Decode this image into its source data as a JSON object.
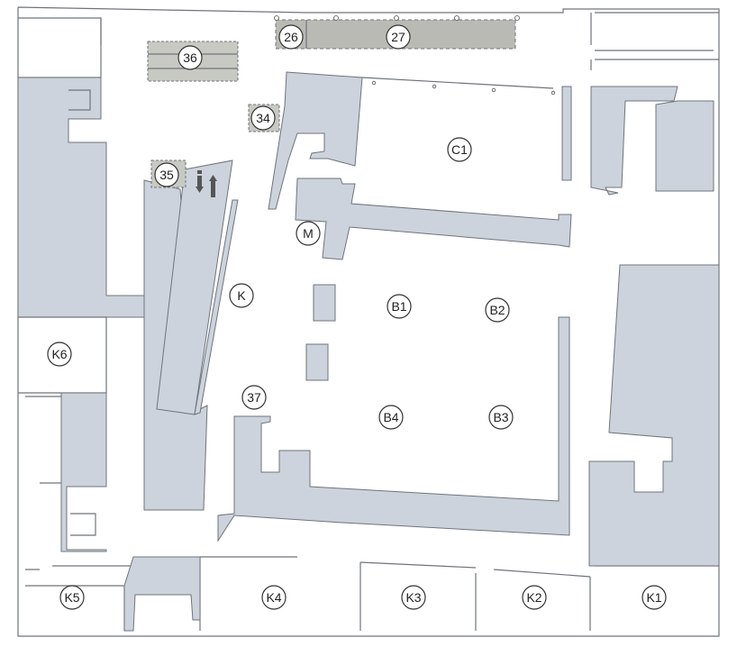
{
  "map": {
    "colors": {
      "building": "#cdd3dc",
      "outline": "#6f747b",
      "temporary": "#b9bab4",
      "background": "#ffffff"
    },
    "markers": {
      "m26": "26",
      "m27": "27",
      "m36": "36",
      "m34": "34",
      "m35": "35",
      "mC1": "C1",
      "mM": "M",
      "mK": "K",
      "mB1": "B1",
      "mB2": "B2",
      "mB3": "B3",
      "mB4": "B4",
      "m37": "37",
      "mK6": "K6",
      "mK5": "K5",
      "mK4": "K4",
      "mK3": "K3",
      "mK2": "K2",
      "mK1": "K1"
    },
    "icons": {
      "escalator": "escalator-arrows-icon"
    }
  }
}
